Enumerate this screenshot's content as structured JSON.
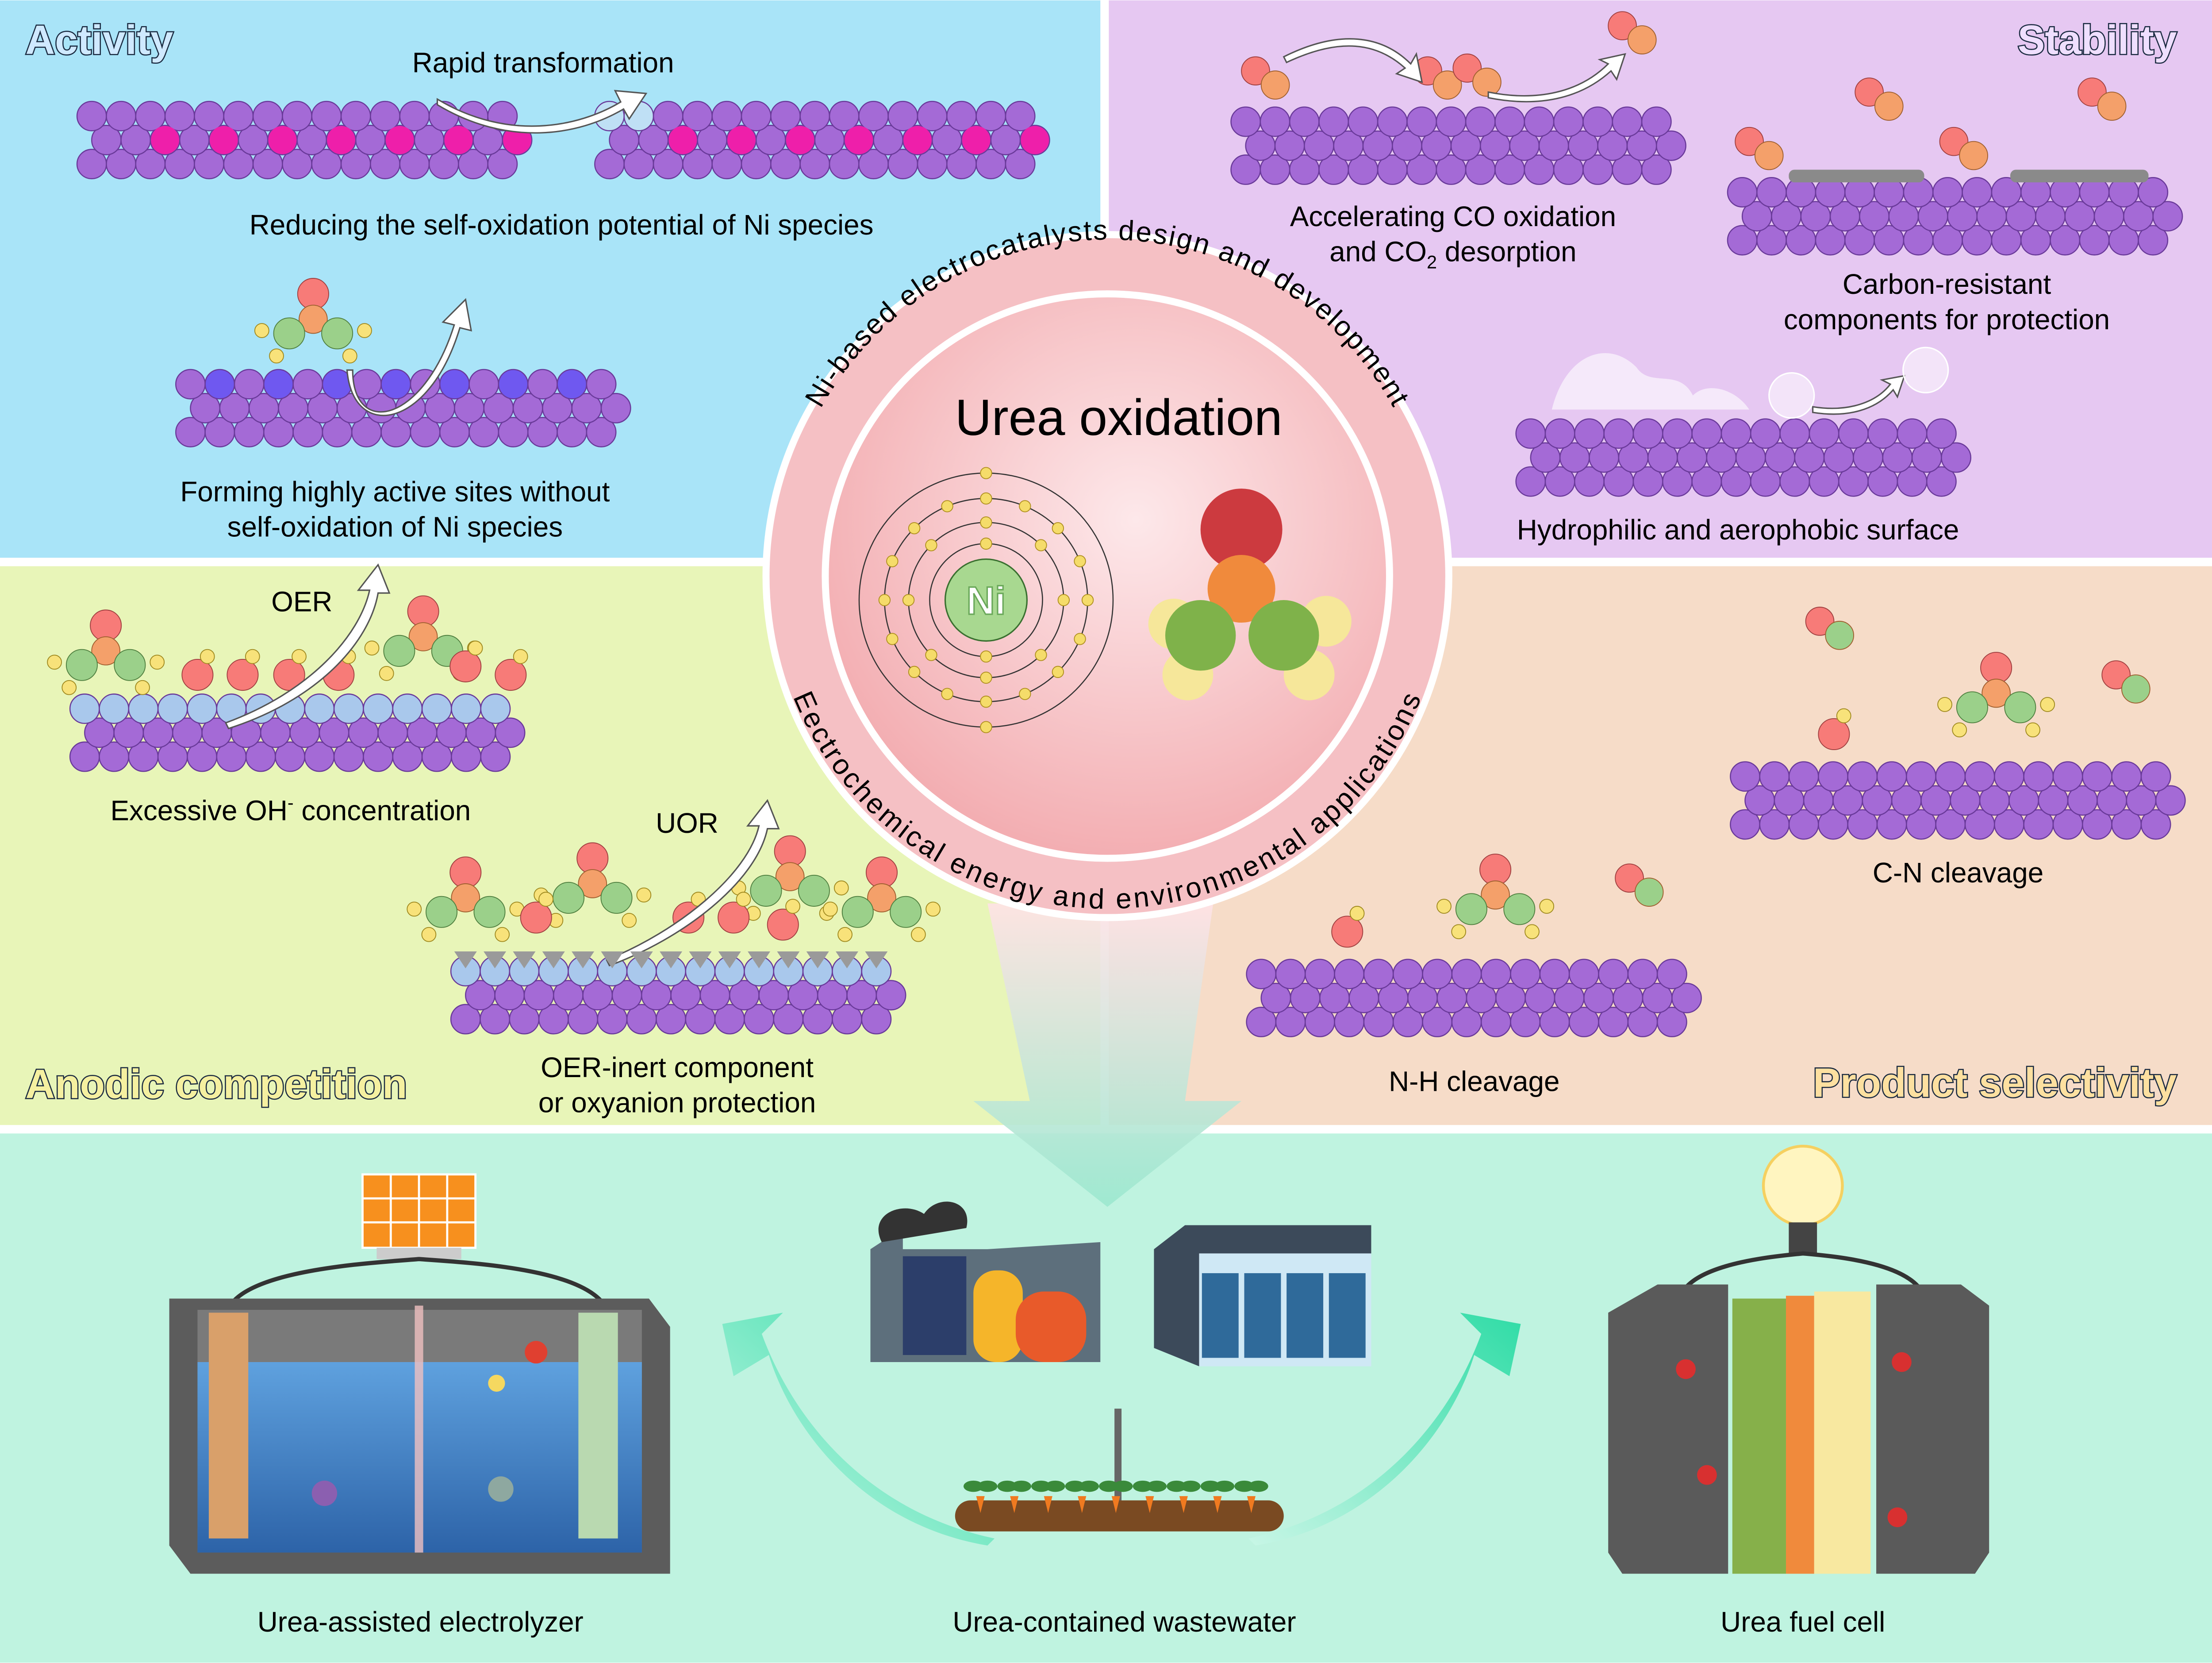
{
  "colors": {
    "activity_bg": "#a9e4f8",
    "stability_bg": "#e6c8f2",
    "anodic_bg": "#e8f5b8",
    "selectivity_bg": "#f6dcc8",
    "applications_bg": "#bff3e0",
    "lattice": "#a46ad6",
    "ni_site": "#ee1faa",
    "active_site": "#6f58f0",
    "oh_layer": "#a9c8ec",
    "oxygen": "#f77b78",
    "nitrogen": "#9bd08a",
    "carbon": "#f4a06a",
    "hydrogen": "#f8e27a",
    "center_circle": "#f7b9bc"
  },
  "panels": {
    "activity": {
      "title": "Activity",
      "arrow_label": "Rapid transformation",
      "caption1": "Reducing the self-oxidation potential of Ni species",
      "caption2_line1": "Forming highly active sites without",
      "caption2_line2": "self-oxidation of Ni species"
    },
    "stability": {
      "title": "Stability",
      "caption1_line1": "Accelerating CO oxidation",
      "caption1_line2_a": "and CO",
      "caption1_line2_sub": "2",
      "caption1_line2_b": " desorption",
      "caption2_line1": "Carbon-resistant",
      "caption2_line2": "components for protection",
      "caption3": "Hydrophilic and aerophobic surface"
    },
    "anodic": {
      "title": "Anodic competition",
      "oer_label": "OER",
      "caption1_a": "Excessive OH",
      "caption1_sup": "-",
      "caption1_b": " concentration",
      "uor_label": "UOR",
      "caption2_line1": "OER-inert component",
      "caption2_line2": "or oxyanion protection"
    },
    "selectivity": {
      "title": "Product selectivity",
      "caption_cn": "C-N cleavage",
      "caption_nh": "N-H cleavage"
    }
  },
  "center": {
    "title": "Urea oxidation",
    "top_arc": "Ni-based electrocatalysts design and development",
    "bottom_arc": "Eectrochemical energy and environmental applications",
    "atom_symbol": "Ni"
  },
  "applications": {
    "electrolyzer": "Urea-assisted electrolyzer",
    "wastewater": "Urea-contained wastewater",
    "fuel_cell": "Urea fuel cell"
  }
}
